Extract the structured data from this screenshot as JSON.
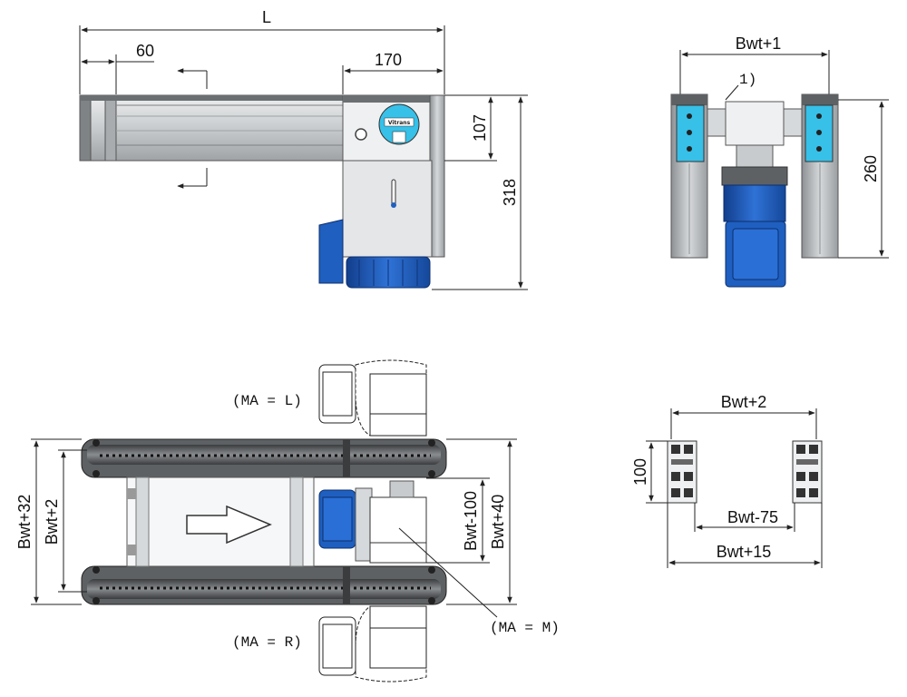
{
  "views": {
    "side": {
      "dimensions": {
        "length": "L",
        "end_offset": "60",
        "drive_width": "170",
        "frame_height": "107",
        "total_height": "318"
      },
      "logo_text": "Vitrans"
    },
    "end": {
      "dimensions": {
        "width": "Bwt+1",
        "height": "260"
      },
      "callout": "1)"
    },
    "top": {
      "dimensions": {
        "outer_width": "Bwt+32",
        "belt_width": "Bwt+2",
        "motor_offset": "Bwt-100",
        "frame_width": "Bwt+40"
      },
      "motor_positions": {
        "left": "(MA = L)",
        "middle": "(MA = M)",
        "right": "(MA = R)"
      }
    },
    "section": {
      "dimensions": {
        "top_width": "Bwt+2",
        "height": "100",
        "inner_width": "Bwt-75",
        "outer_width": "Bwt+15"
      }
    }
  },
  "colors": {
    "motor_blue": "#1f5fbf",
    "frame_gray": "#b9bcbf",
    "frame_dark": "#5e6164",
    "accent_cyan": "#37c0e8",
    "housing": "#e6e8ea"
  }
}
